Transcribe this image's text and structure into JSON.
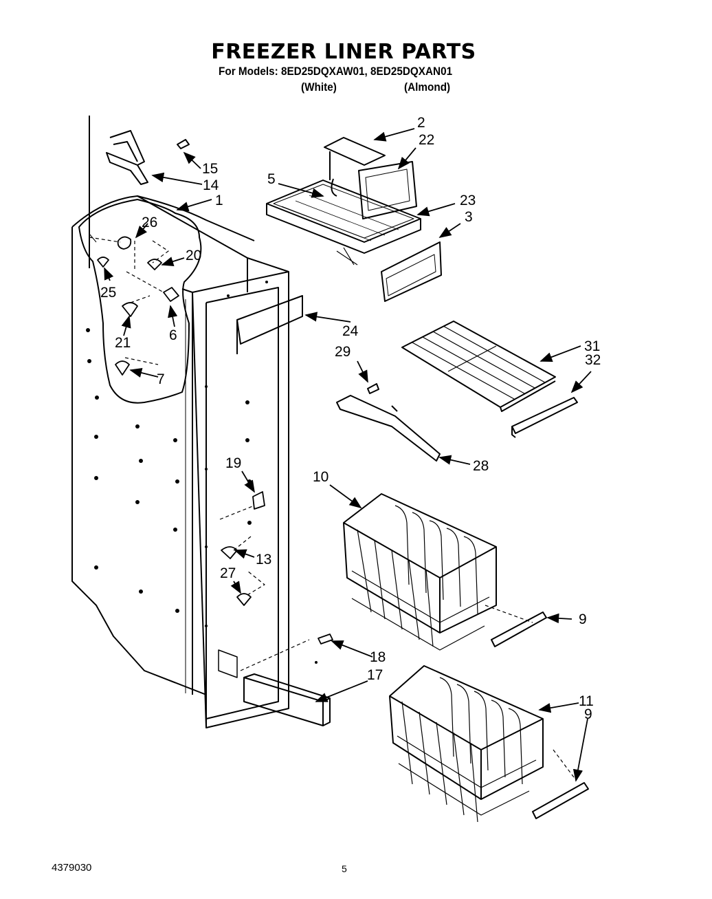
{
  "header": {
    "title": "FREEZER LINER PARTS",
    "models_line": "For Models: 8ED25DQXAW01, 8ED25DQXAN01",
    "color_white": "(White)",
    "color_almond": "(Almond)"
  },
  "callouts": {
    "p1": "1",
    "p2": "2",
    "p3": "3",
    "p5": "5",
    "p6": "6",
    "p7": "7",
    "p9a": "9",
    "p9b": "9",
    "p10": "10",
    "p11": "11",
    "p13": "13",
    "p14": "14",
    "p15": "15",
    "p17": "17",
    "p18": "18",
    "p19": "19",
    "p20": "20",
    "p21": "21",
    "p22": "22",
    "p23": "23",
    "p24": "24",
    "p25": "25",
    "p26": "26",
    "p27": "27",
    "p28": "28",
    "p29": "29",
    "p31": "31",
    "p32": "32"
  },
  "footer": {
    "doc_number": "4379030",
    "page_number": "5"
  }
}
